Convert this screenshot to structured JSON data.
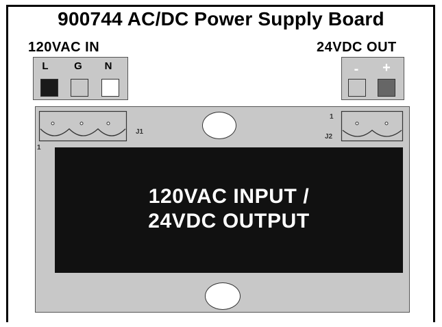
{
  "title": "900744 AC/DC Power Supply Board",
  "input_label": "120VAC IN",
  "output_label": "24VDC OUT",
  "input_terminals": [
    {
      "letter": "L",
      "color": "#1a1a1a"
    },
    {
      "letter": "G",
      "color": "#c8c8c8"
    },
    {
      "letter": "N",
      "color": "#ffffff"
    }
  ],
  "output_terminals": [
    {
      "letter": "-",
      "color": "#c8c8c8"
    },
    {
      "letter": "+",
      "color": "#666666"
    }
  ],
  "board": {
    "module_line1": "120VAC INPUT /",
    "module_line2": "24VDC OUTPUT",
    "j1_label": "J1",
    "j2_label": "J2",
    "pin1_left": "1",
    "pin1_right": "1"
  }
}
